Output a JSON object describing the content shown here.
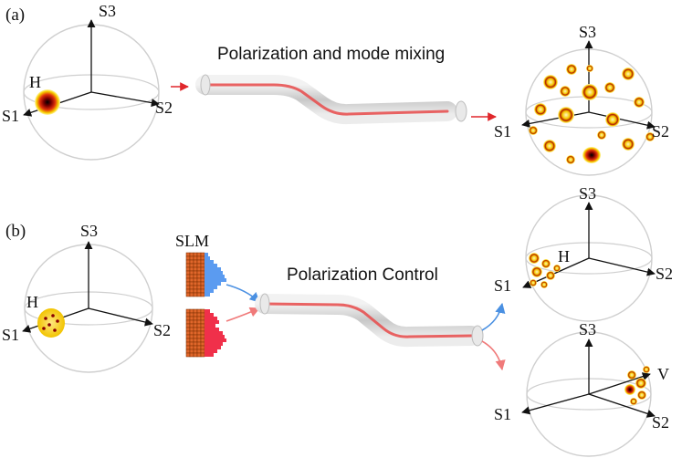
{
  "panel_a": {
    "label": "(a)",
    "title": "Polarization and mode mixing",
    "sphere_in": {
      "s1": "S1",
      "s2": "S2",
      "s3": "S3",
      "state": "H"
    },
    "sphere_out": {
      "s1": "S1",
      "s2": "S2",
      "s3": "S3"
    }
  },
  "panel_b": {
    "label": "(b)",
    "title": "Polarization Control",
    "slm_label": "SLM",
    "sphere_in": {
      "s1": "S1",
      "s2": "S2",
      "s3": "S3",
      "state": "H"
    },
    "sphere_out_top": {
      "s1": "S1",
      "s2": "S2",
      "s3": "S3",
      "state": "H"
    },
    "sphere_out_bottom": {
      "s1": "S1",
      "s2": "S2",
      "s3": "S3",
      "state": "V"
    }
  },
  "colors": {
    "fiber_core": "#e84a4a",
    "fiber_cladding": "#d6d6d6",
    "arrow_red": "#e0272b",
    "arrow_blue": "#4a90e2",
    "arrow_pink": "#f07a7a",
    "slm_grid": "#e0662a",
    "slm_blue": "#5b9bf0",
    "slm_red": "#f0304a",
    "mode_gold": "#f2c400",
    "mode_dark": "#8b0000"
  }
}
